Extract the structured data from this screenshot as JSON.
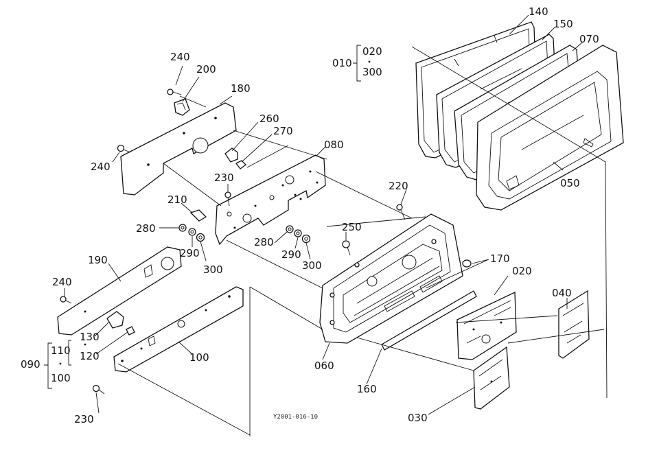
{
  "drawing_id": "Y2001-016-10",
  "callouts": {
    "c140": "140",
    "c150": "150",
    "c070": "070",
    "c010": "010",
    "c010_020": "020",
    "c010_300": "300",
    "c240_top": "240",
    "c200": "200",
    "c180": "180",
    "c240_left": "240",
    "c260": "260",
    "c270": "270",
    "c080": "080",
    "c230_mid": "230",
    "c050": "050",
    "c220": "220",
    "c210": "210",
    "c280_left": "280",
    "c290_left": "290",
    "c300_left": "300",
    "c250": "250",
    "c280_right": "280",
    "c290_right": "290",
    "c300_right": "300",
    "c170": "170",
    "c020": "020",
    "c040": "040",
    "c190": "190",
    "c240_lower": "240",
    "c130": "130",
    "c110": "110",
    "c120": "120",
    "c090": "090",
    "c100_group": "100",
    "c100": "100",
    "c060": "060",
    "c160": "160",
    "c230_bottom": "230",
    "c030": "030"
  }
}
